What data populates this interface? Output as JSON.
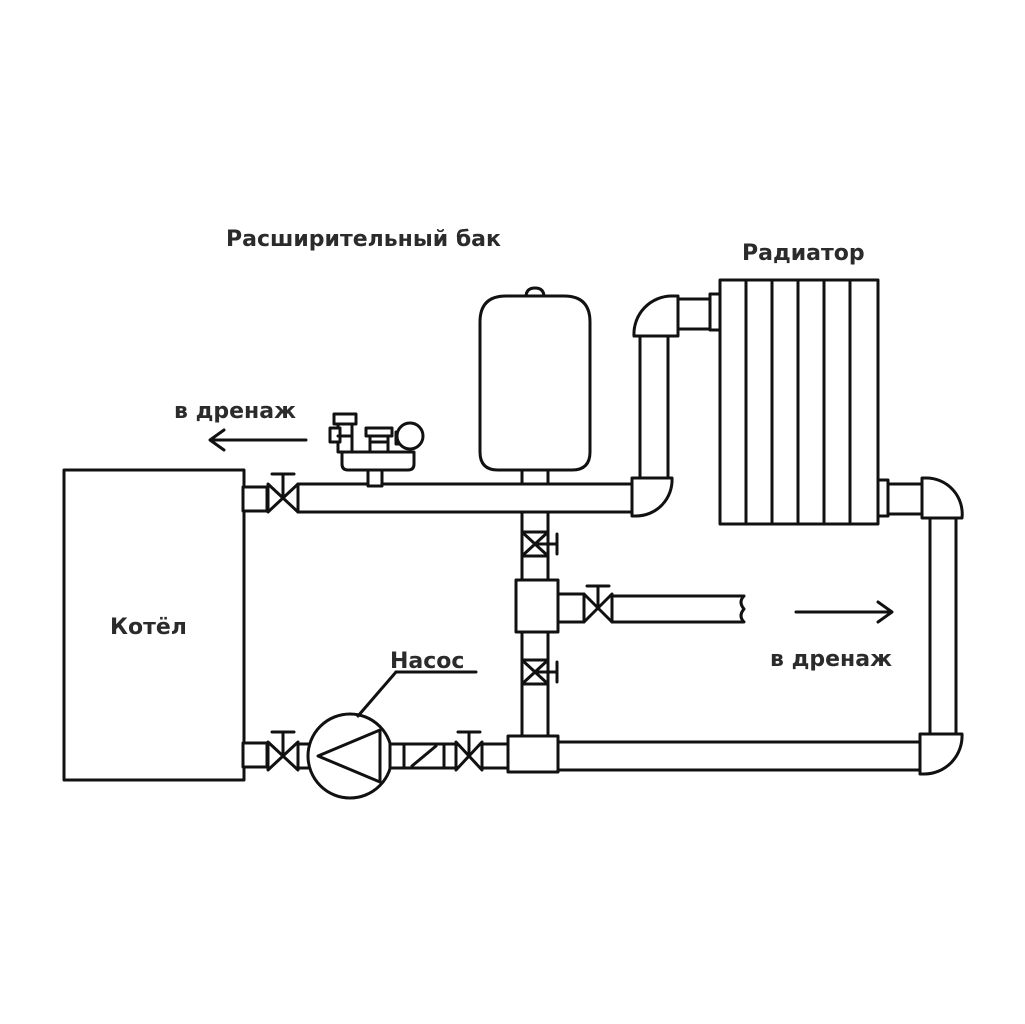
{
  "labels": {
    "expansion_tank": "Расширительный бак",
    "radiator": "Радиатор",
    "boiler": "Котёл",
    "pump": "Насос",
    "drain_left": "в дренаж",
    "drain_right": "в дренаж"
  },
  "colors": {
    "line": "#111111",
    "text": "#2b2b2b",
    "background": "#ffffff"
  }
}
